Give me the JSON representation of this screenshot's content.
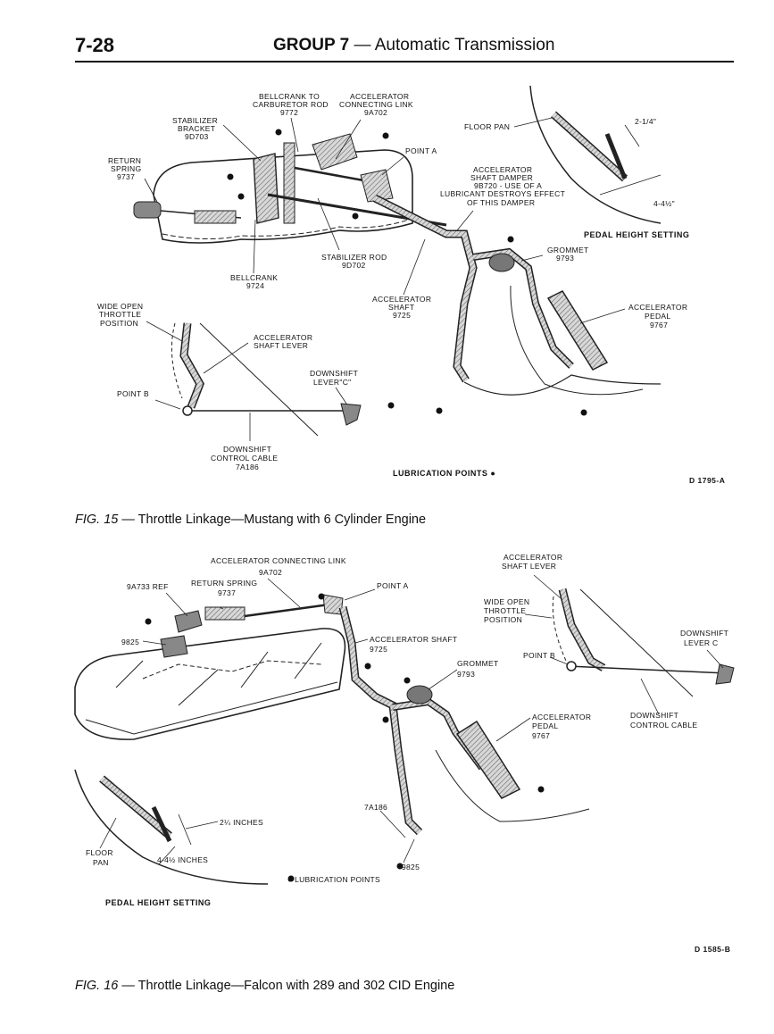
{
  "header": {
    "page_number": "7-28",
    "group": "GROUP 7",
    "title": "— Automatic Transmission"
  },
  "fig15": {
    "labels": {
      "bellcrank_rod": [
        "BELLCRANK TO",
        "CARBURETOR ROD",
        "9772"
      ],
      "accel_link": [
        "ACCELERATOR",
        "CONNECTING LINK",
        "9A702"
      ],
      "stab_bracket": [
        "STABILIZER",
        "BRACKET",
        "9D703"
      ],
      "return_spring": [
        "RETURN",
        "SPRING",
        "9737"
      ],
      "point_a": "POINT A",
      "floor_pan": "FLOOR PAN",
      "dim_top": "2-1/4\"",
      "dim_bottom": "4-4½\"",
      "damper": [
        "ACCELERATOR",
        "SHAFT DAMPER",
        "9B720 - USE OF A",
        "LUBRICANT DESTROYS EFFECT",
        "OF THIS DAMPER"
      ],
      "pedal_height": "PEDAL HEIGHT SETTING",
      "grommet": [
        "GROMMET",
        "9793"
      ],
      "stab_rod": [
        "STABILIZER ROD",
        "9D702"
      ],
      "bellcrank": [
        "BELLCRANK",
        "9724"
      ],
      "accel_shaft": [
        "ACCELERATOR",
        "SHAFT",
        "9725"
      ],
      "accel_pedal": [
        "ACCELERATOR",
        "PEDAL",
        "9767"
      ],
      "wide_open": [
        "WIDE OPEN",
        "THROTTLE",
        "POSITION"
      ],
      "shaft_lever": [
        "ACCELERATOR",
        "SHAFT LEVER"
      ],
      "downshift_lever": [
        "DOWNSHIFT",
        "LEVER\"C\""
      ],
      "point_b": "POINT B",
      "downshift_cable": [
        "DOWNSHIFT",
        "CONTROL CABLE",
        "7A186"
      ],
      "lubrication": "LUBRICATION POINTS ●"
    },
    "code": "D 1795-A",
    "caption_fig": "FIG. 15",
    "caption_text": " — Throttle Linkage—Mustang with 6 Cylinder Engine"
  },
  "fig16": {
    "labels": {
      "accel_link": [
        "ACCELERATOR CONNECTING LINK",
        "9A702"
      ],
      "ref": "9A733 REF",
      "return_spring": [
        "RETURN SPRING",
        "9737"
      ],
      "point_a": "POINT A",
      "shaft_lever": [
        "ACCELERATOR",
        "SHAFT LEVER"
      ],
      "wide_open": [
        "WIDE OPEN",
        "THROTTLE",
        "POSITION"
      ],
      "downshift_lever": [
        "DOWNSHIFT",
        "LEVER C"
      ],
      "num_9825_top": "9825",
      "accel_shaft": [
        "ACCELERATOR SHAFT",
        "9725"
      ],
      "point_b": "POINT B",
      "grommet": [
        "GROMMET",
        "9793"
      ],
      "accel_pedal": [
        "ACCELERATOR",
        "PEDAL",
        "9767"
      ],
      "downshift_cable": [
        "DOWNSHIFT",
        "CONTROL CABLE"
      ],
      "dim_top": "2¼ INCHES",
      "floor_pan": [
        "FLOOR",
        "PAN"
      ],
      "dim_bottom": "4-4½ INCHES",
      "cable_num": "7A186",
      "num_9825_bottom": "9825",
      "lubrication": "● LUBRICATION POINTS",
      "pedal_height": "PEDAL HEIGHT SETTING"
    },
    "code": "D 1585-B",
    "caption_fig": "FIG. 16",
    "caption_text": " — Throttle Linkage—Falcon with 289 and 302 CID Engine"
  }
}
